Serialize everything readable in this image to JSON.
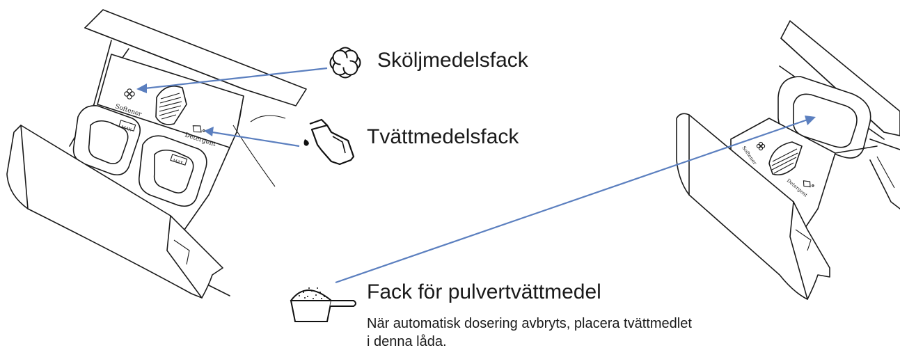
{
  "labels": {
    "softener_compartment": "Sköljmedelsfack",
    "detergent_compartment": "Tvättmedelsfack",
    "powder_compartment": "Fack för pulvertvättmedel",
    "powder_note_line1": "När automatisk dosering avbryts, placera tvättmedlet",
    "powder_note_line2": "i denna låda."
  },
  "drawer_markings": {
    "softener": "Softener",
    "detergent": "Detergent",
    "max": "MAX"
  },
  "icons": {
    "softener": "flower-icon",
    "detergent": "detergent-bottle-icon",
    "powder": "powder-scoop-icon"
  },
  "colors": {
    "arrow": "#5b7fbf",
    "text": "#1a1a1a",
    "background": "#ffffff"
  }
}
